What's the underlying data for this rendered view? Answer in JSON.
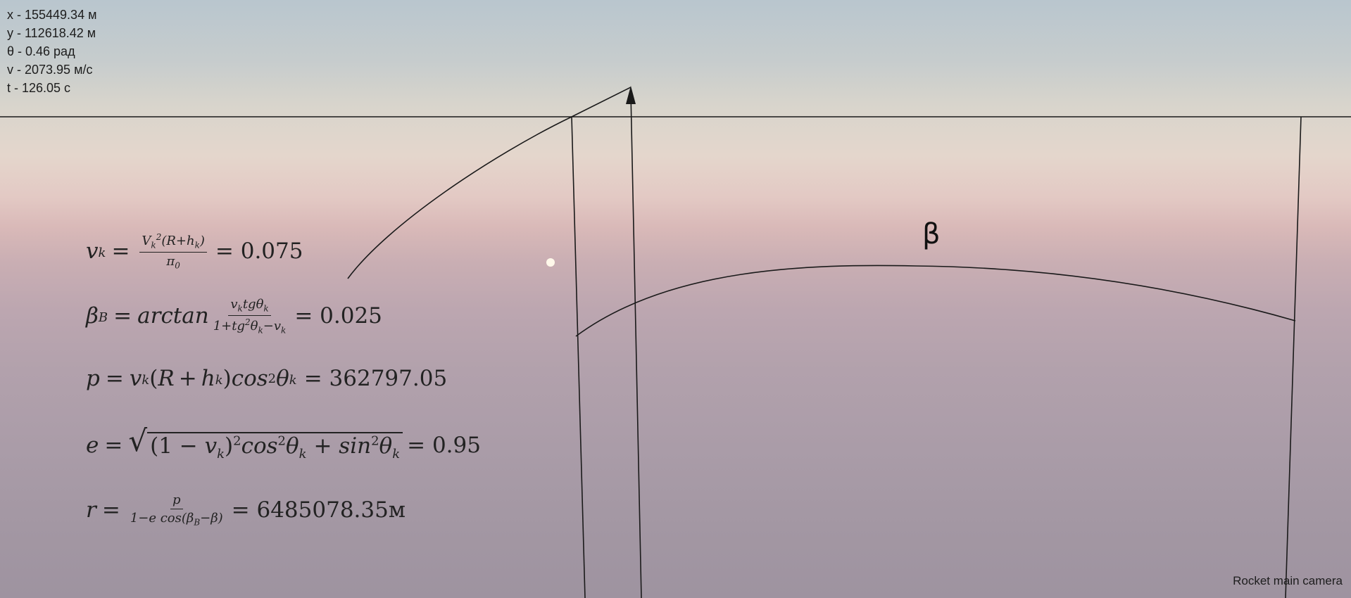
{
  "telemetry": {
    "x": "x - 155449.34 м",
    "y": "y - 112618.42 м",
    "theta": "θ - 0.46 рад",
    "v": "v - 2073.95 м/с",
    "t": "t - 126.05 с"
  },
  "formulas": {
    "f1": {
      "lhs": "v",
      "lhs_sub": "k",
      "result": "= 0.075"
    },
    "f2": {
      "lhs": "β",
      "lhs_sub": "B",
      "fn": "arctan",
      "result": "= 0.025"
    },
    "f3": {
      "text": "p = v",
      "result": "= 362797.05"
    },
    "f4": {
      "text": "e =",
      "result": "= 0.95"
    },
    "f5": {
      "text": "r =",
      "result": "= 6485078.35м"
    }
  },
  "diagram": {
    "beta_label": "β"
  },
  "camera": {
    "label": "Rocket main camera"
  },
  "colors": {
    "line": "#1a1a1a",
    "sun": "#fff8ea"
  }
}
